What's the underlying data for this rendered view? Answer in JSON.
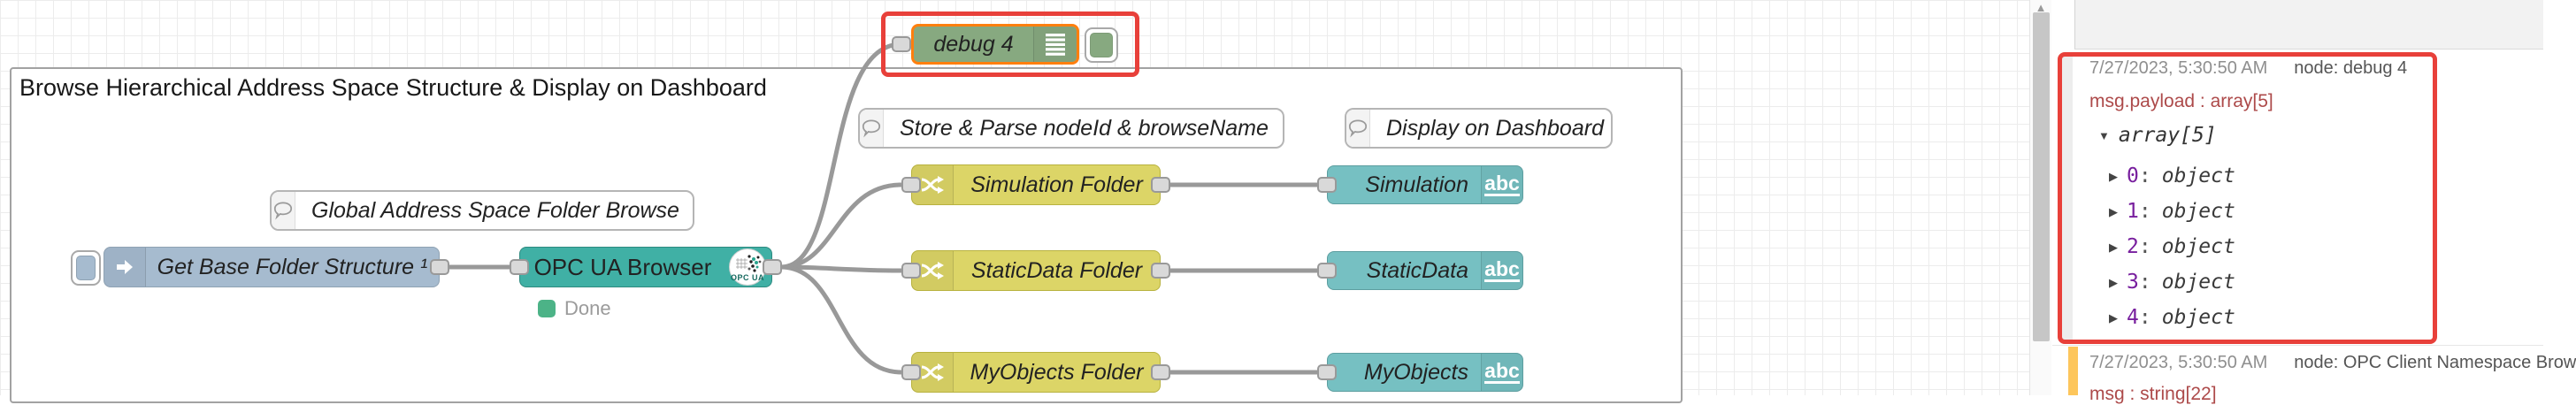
{
  "group": {
    "label": "Browse Hierarchical Address Space Structure & Display on Dashboard"
  },
  "nodes": {
    "inject": {
      "label": "Get Base Folder Structure ¹"
    },
    "opcua": {
      "label": "OPC UA Browser",
      "status": "Done",
      "icon_text": "OPC UA"
    },
    "debug": {
      "label": "debug 4"
    },
    "abc_icon": "abc",
    "switches": [
      {
        "label": "Simulation Folder"
      },
      {
        "label": "StaticData Folder"
      },
      {
        "label": "MyObjects Folder"
      }
    ],
    "texts": [
      {
        "label": "Simulation"
      },
      {
        "label": "StaticData"
      },
      {
        "label": "MyObjects"
      }
    ],
    "comments": [
      {
        "label": "Global Address Space Folder Browse"
      },
      {
        "label": "Store & Parse nodeId & browseName"
      },
      {
        "label": "Display on Dashboard"
      }
    ]
  },
  "sidebar": {
    "messages": [
      {
        "timestamp": "7/27/2023, 5:30:50 AM",
        "source": "node: debug 4",
        "meta": "msg.payload : array[5]",
        "tree": {
          "root": "array[5]",
          "sep": ":",
          "items": [
            {
              "key": "0",
              "value": "object"
            },
            {
              "key": "1",
              "value": "object"
            },
            {
              "key": "2",
              "value": "object"
            },
            {
              "key": "3",
              "value": "object"
            },
            {
              "key": "4",
              "value": "object"
            }
          ]
        }
      },
      {
        "timestamp": "7/27/2023, 5:30:50 AM",
        "source": "node: OPC Client Namespace Brow",
        "meta": "msg : string[22]"
      }
    ],
    "glyphs": {
      "caret_down": "▼",
      "caret_right": "▶",
      "scroll_up": "▲"
    }
  },
  "colors": {
    "highlight_red": "#e8403a",
    "selection_orange": "#ff7f0e",
    "inject_blue": "#a6bbcf",
    "opcua_teal": "#40b0a5",
    "debug_green": "#87a980",
    "switch_yellow": "#dcd567",
    "text_teal": "#76c0c2",
    "status_green": "#4cb387",
    "amber_border": "#fdc65c",
    "wire_gray": "#999999"
  }
}
